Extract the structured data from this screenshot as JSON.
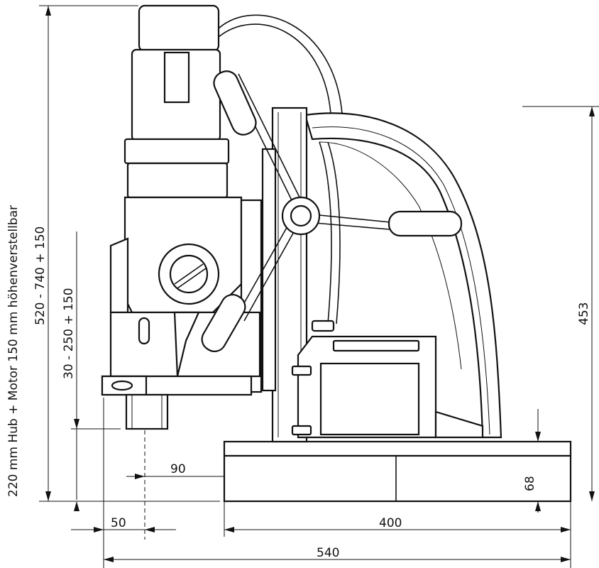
{
  "labels": {
    "side_label": "220 mm Hub + Motor 150 mm höhenverstellbar",
    "dim_total_height": "520 - 740 + 150",
    "dim_spindle_height": "30 - 250 + 150",
    "dim_frame_height": "453",
    "dim_base_height": "68",
    "dim_throat": "90",
    "dim_offset": "50",
    "dim_base_width": "400",
    "dim_total_width": "540"
  }
}
